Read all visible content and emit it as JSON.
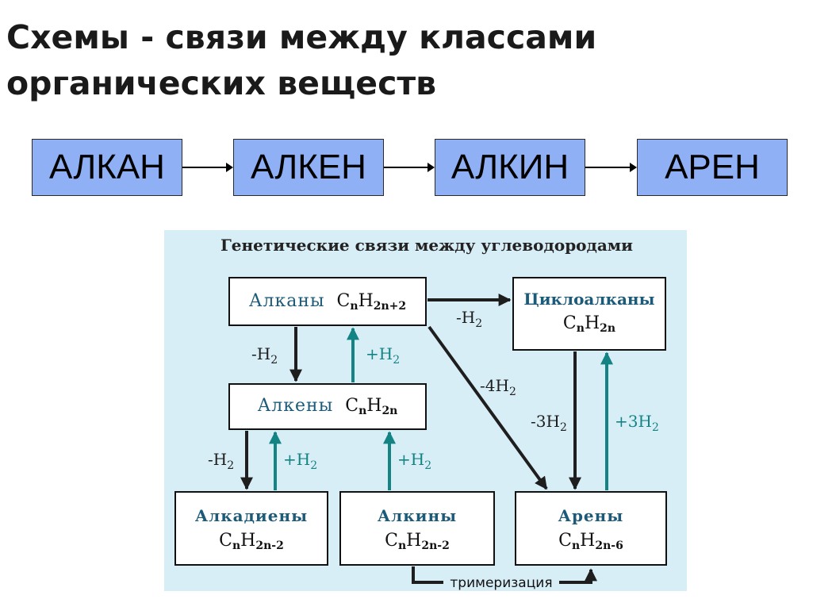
{
  "title": {
    "line1": "Схемы - связи между классами",
    "line2": "органических веществ"
  },
  "chain": [
    "АЛКАН",
    "АЛКЕН",
    "АЛКИН",
    "АРЕН"
  ],
  "diagram": {
    "heading": "Генетические связи между углеводородами",
    "nodes": {
      "alkanes": {
        "name": "Алканы",
        "formula_main": "C",
        "formula_sub1": "n",
        "formula_h": "H",
        "formula_sub2": "2n+2"
      },
      "cycloalkanes": {
        "name": "Циклоалканы",
        "formula_main": "C",
        "formula_sub1": "n",
        "formula_h": "H",
        "formula_sub2": "2n"
      },
      "alkenes": {
        "name": "Алкены",
        "formula_main": "C",
        "formula_sub1": "n",
        "formula_h": "H",
        "formula_sub2": "2n"
      },
      "alkadienes": {
        "name": "Алкадиены",
        "formula_main": "C",
        "formula_sub1": "n",
        "formula_h": "H",
        "formula_sub2": "2n-2"
      },
      "alkynes": {
        "name": "Алкины",
        "formula_main": "C",
        "formula_sub1": "n",
        "formula_h": "H",
        "formula_sub2": "2n-2"
      },
      "arenes": {
        "name": "Арены",
        "formula_main": "C",
        "formula_sub1": "n",
        "formula_h": "H",
        "formula_sub2": "2n-6"
      }
    },
    "labels": {
      "alkanes_to_cyclo": {
        "main": "-H",
        "sub": "2"
      },
      "alkanes_to_alkenes": {
        "main": "-H",
        "sub": "2"
      },
      "alkenes_to_alkanes": {
        "main": "+H",
        "sub": "2"
      },
      "alkanes_to_arenes": {
        "main": "-4H",
        "sub": "2"
      },
      "cyclo_to_arenes": {
        "main": "-3H",
        "sub": "2"
      },
      "arenes_to_cyclo": {
        "main": "+3H",
        "sub": "2"
      },
      "alkenes_to_alkadienes": {
        "main": "-H",
        "sub": "2"
      },
      "alkadienes_to_alkenes": {
        "main": "+H",
        "sub": "2"
      },
      "alkynes_to_alkenes": {
        "main": "+H",
        "sub": "2"
      },
      "trimerization": "тримеризация"
    },
    "colors": {
      "background": "#d8eef7",
      "dark_arrow": "#1e1e1e",
      "teal_arrow": "#138383",
      "node_name": "#1b5a78",
      "formula": "#111111"
    }
  }
}
